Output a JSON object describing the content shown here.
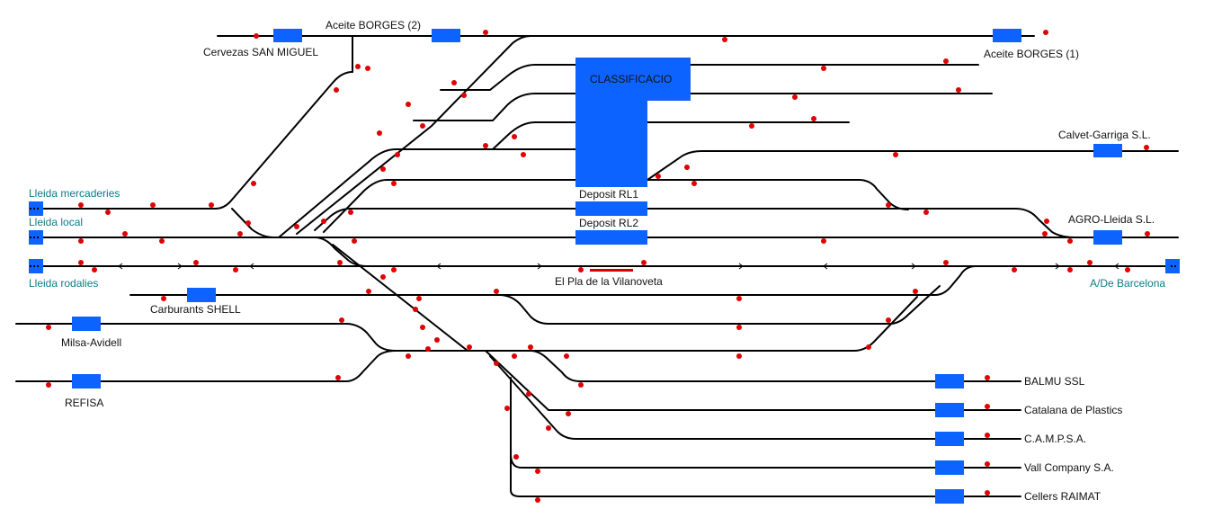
{
  "labels": {
    "cervezas": "Cervezas SAN MIGUEL",
    "aceite2": "Aceite BORGES (2)",
    "aceite1": "Aceite BORGES (1)",
    "classificacio": "CLASSIFICACIO",
    "calvet": "Calvet-Garriga S.L.",
    "lleida_merc": "Lleida mercaderies",
    "lleida_local": "Lleida local",
    "lleida_rod": "Lleida rodalies",
    "deposit1": "Deposit RL1",
    "deposit2": "Deposit RL2",
    "agro": "AGRO-Lleida S.L.",
    "pla": "El Pla de la Vilanoveta",
    "barcelona": "A/De Barcelona",
    "shell": "Carburants SHELL",
    "milsa": "Milsa-Avidell",
    "refisa": "REFISA",
    "balmu": "BALMU SSL",
    "catalana": "Catalana de Plastics",
    "campsa": "C.A.M.P.S.A.",
    "vall": "Vall Company S.A.",
    "cellers": "Cellers RAIMAT"
  },
  "colors": {
    "track": "#000000",
    "block": "#0d63ff",
    "signal": "#e00000",
    "teal_text": "#0b7c86"
  }
}
